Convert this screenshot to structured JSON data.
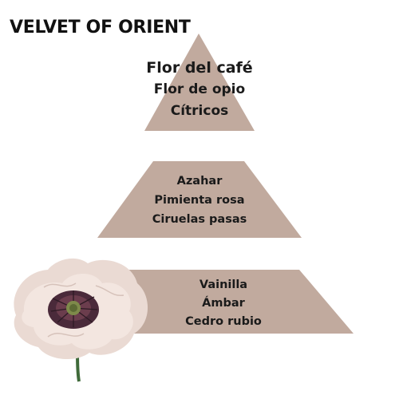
{
  "title": "VELVET OF ORIENT",
  "pyramid": {
    "color": "#c1aa9e",
    "tiers": [
      {
        "level": "top",
        "notes": [
          "Flor del café",
          "Flor de opio",
          "Cítricos"
        ]
      },
      {
        "level": "heart",
        "notes": [
          "Azahar",
          "Pimienta rosa",
          "Ciruelas pasas"
        ]
      },
      {
        "level": "base",
        "notes": [
          "Vainilla",
          "Ámbar",
          "Cedro rubio"
        ]
      }
    ]
  },
  "image": {
    "subject": "pale-pink-poppy-icon"
  }
}
